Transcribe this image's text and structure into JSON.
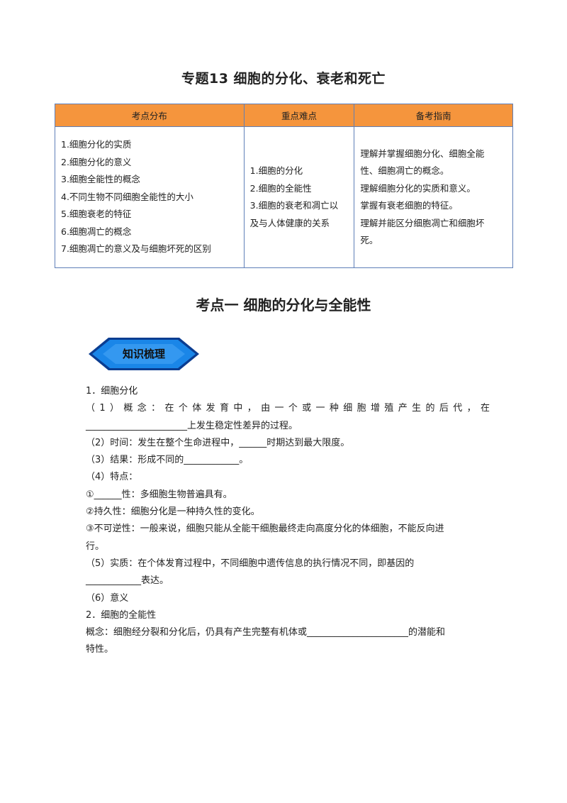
{
  "title": "专题13  细胞的分化、衰老和死亡",
  "overview_table": {
    "headers": [
      "考点分布",
      "重点难点",
      "备考指南"
    ],
    "col1": [
      "1.细胞分化的实质",
      "2.细胞分化的意义",
      "3.细胞全能性的概念",
      "4.不同生物不同细胞全能性的大小",
      "5.细胞衰老的特征",
      "6.细胞凋亡的概念",
      "7.细胞凋亡的意义及与细胞坏死的区别"
    ],
    "col2": [
      "1.细胞的分化",
      "2.细胞的全能性",
      "3.细胞的衰老和凋亡以",
      "及与人体健康的关系"
    ],
    "col3": [
      "理解并掌握细胞分化、细胞全能",
      "性、细胞凋亡的概念。",
      "理解细胞分化的实质和意义。",
      "掌握有衰老细胞的特征。",
      "理解并能区分细胞凋亡和细胞坏",
      "死。"
    ]
  },
  "section_title": "考点一    细胞的分化与全能性",
  "badge": {
    "label": "知识梳理",
    "fill": "#1a86e8",
    "outline": "#0b3d91"
  },
  "content": {
    "l1": "1．细胞分化",
    "l2": "（1）概念：在个体发育中，由一个或一种细胞增殖产生的后代，在",
    "l3": "______________________上发生稳定性差异的过程。",
    "l4": "（2）时间：发生在整个生命进程中，______时期达到最大限度。",
    "l5": "（3）结果：形成不同的____________。",
    "l6": "（4）特点：",
    "l7": "①______性：多细胞生物普遍具有。",
    "l8": "②持久性：细胞分化是一种持久性的变化。",
    "l9": "③不可逆性：一般来说，细胞只能从全能干细胞最终走向高度分化的体细胞，不能反向进",
    "l10": "行。",
    "l11": "（5）实质：在个体发育过程中，不同细胞中遗传信息的执行情况不同，即基因的",
    "l12": "____________表达。",
    "l13": "（6）意义",
    "l14": "2．细胞的全能性",
    "l15": "概念：细胞经分裂和分化后，仍具有产生完整有机体或______________________的潜能和",
    "l16": "特性。"
  }
}
